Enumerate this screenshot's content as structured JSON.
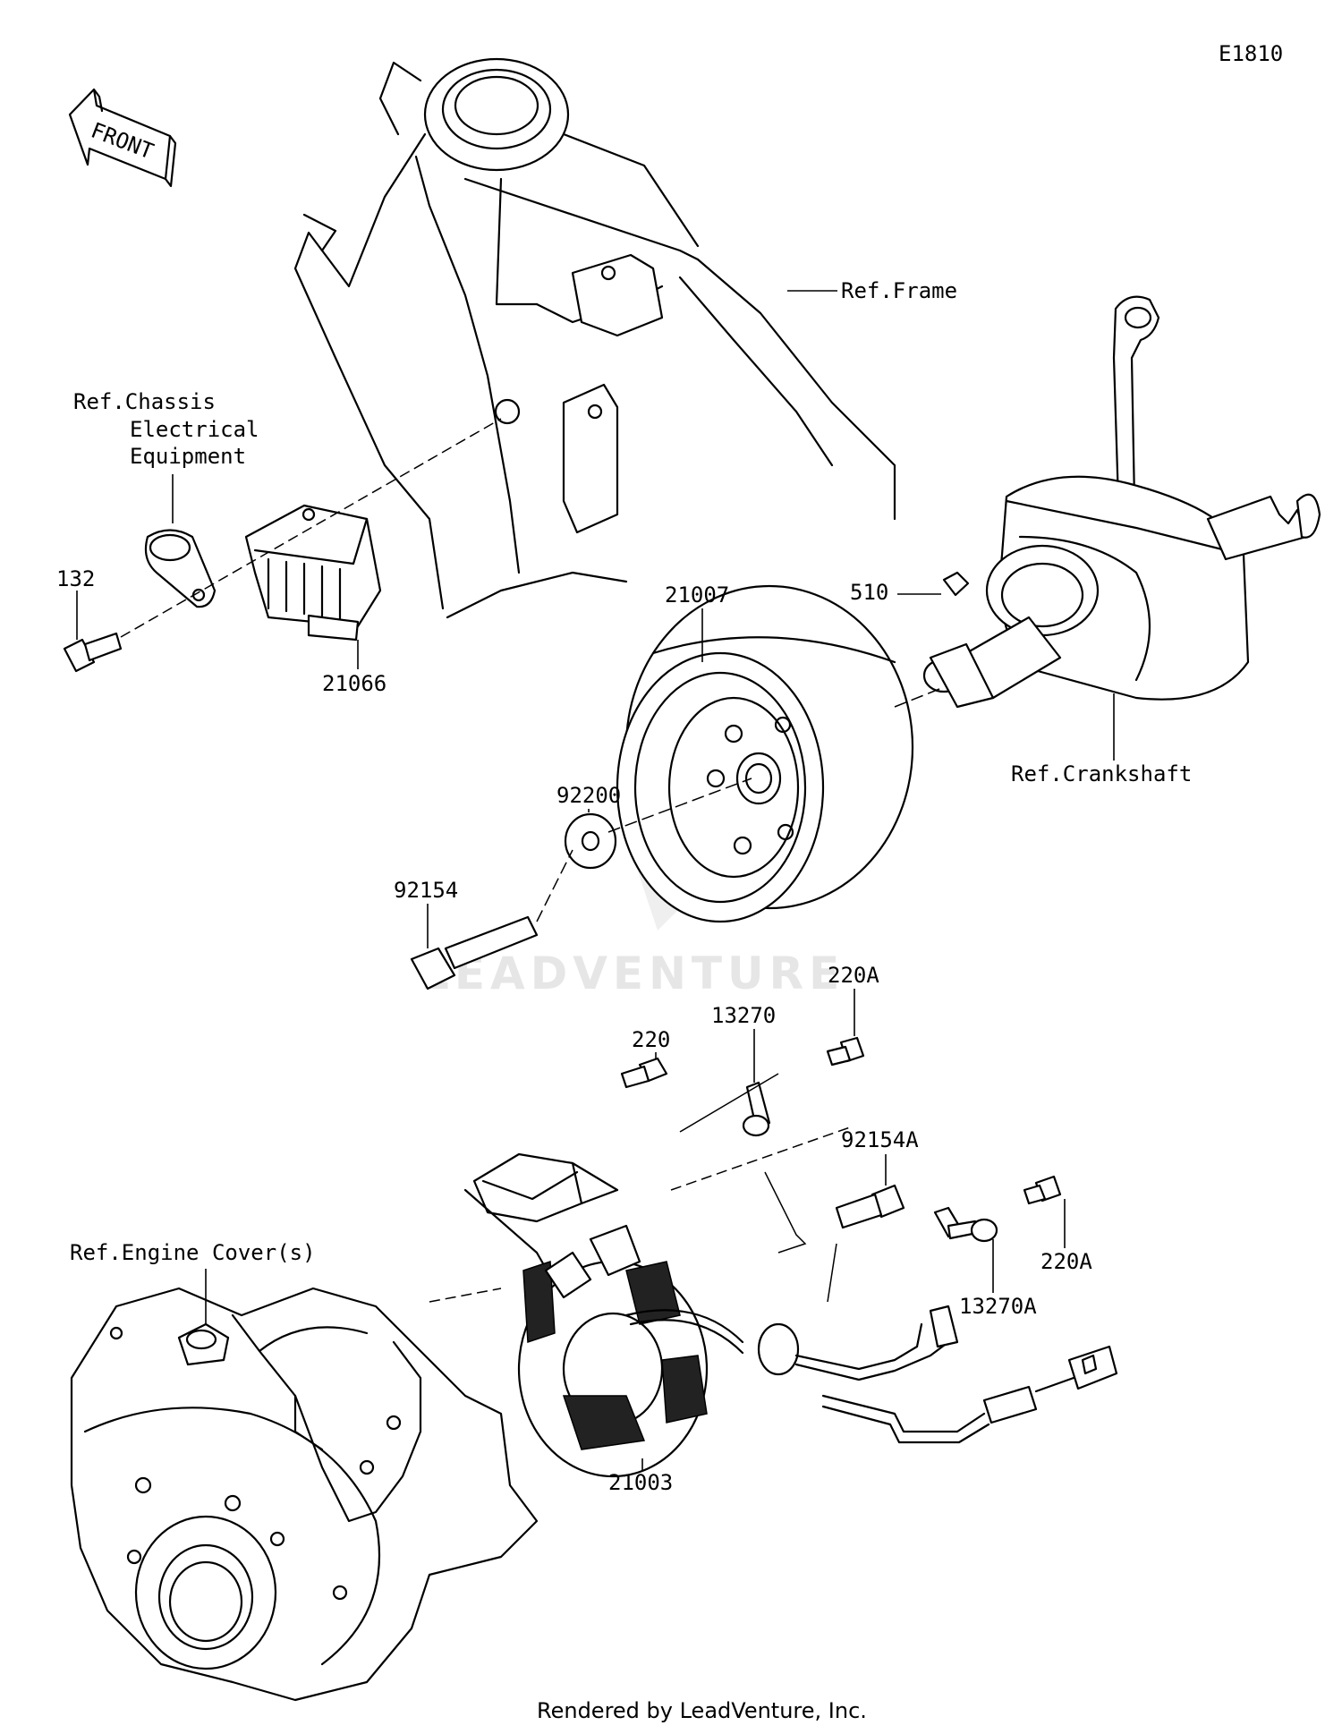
{
  "diagram_code": "E1810",
  "front_label": "FRONT",
  "footer": "Rendered by LeadVenture, Inc.",
  "watermark": "LEADVENTURE",
  "labels": {
    "ref_frame": "Ref.Frame",
    "ref_chassis_1": "Ref.Chassis",
    "ref_chassis_2": "Electrical",
    "ref_chassis_3": "Equipment",
    "ref_crankshaft": "Ref.Crankshaft",
    "ref_engine_cover": "Ref.Engine Cover(s)",
    "p132": "132",
    "p21066": "21066",
    "p21007": "21007",
    "p510": "510",
    "p92200": "92200",
    "p92154": "92154",
    "p220": "220",
    "p13270": "13270",
    "p220A_top": "220A",
    "p92154A": "92154A",
    "p220A_right": "220A",
    "p13270A": "13270A",
    "p21003": "21003"
  }
}
